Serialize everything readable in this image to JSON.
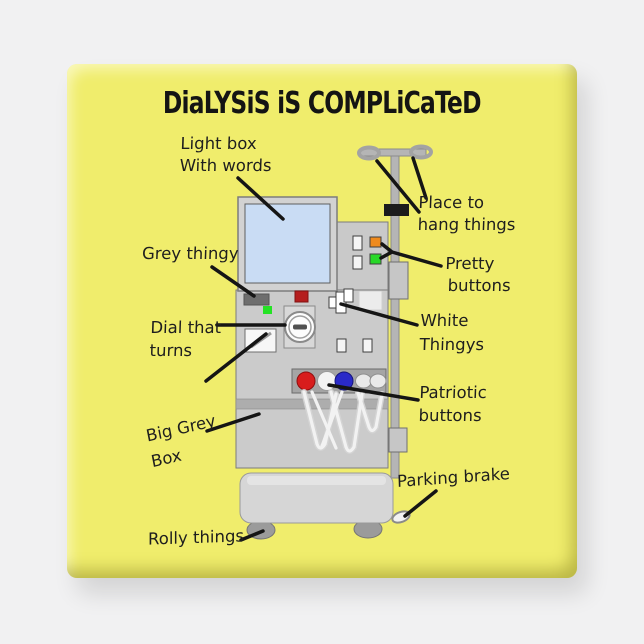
{
  "magnet": {
    "title": "DiaLYSiS iS COMPLiCaTeD"
  },
  "labels": {
    "light_box": {
      "line1": "Light box",
      "line2": "With words"
    },
    "place_to_hang": {
      "line1": "Place to",
      "line2": "hang things"
    },
    "grey_thingy": {
      "line1": "Grey thingy"
    },
    "pretty_buttons": {
      "line1": "Pretty",
      "line2": "buttons"
    },
    "dial_that_turns": {
      "line1": "Dial that",
      "line2": "turns"
    },
    "white_thingys": {
      "line1": "White",
      "line2": "Thingys"
    },
    "patriotic_buttons": {
      "line1": "Patriotic",
      "line2": "buttons"
    },
    "big_grey_box": {
      "line1": "Big Grey",
      "line2": "Box"
    },
    "parking_brake": {
      "line1": "Parking brake"
    },
    "rolly_things": {
      "line1": "Rolly things"
    }
  },
  "colors": {
    "magnet_yellow": "#f0ed6c",
    "page_background": "#f1f1f2",
    "arrow": "#151515",
    "screen_blue": "#c9dcf4",
    "clamp_black": "#1c1c1c",
    "orange_button": "#ef8a1d",
    "green_button": "#28d828",
    "red_indicator": "#b51d1d",
    "patriotic_red": "#d81d1d",
    "patriotic_white": "#f3f3f3",
    "patriotic_blue": "#2a2ac8",
    "machine_grey": "#cbcbcb"
  }
}
